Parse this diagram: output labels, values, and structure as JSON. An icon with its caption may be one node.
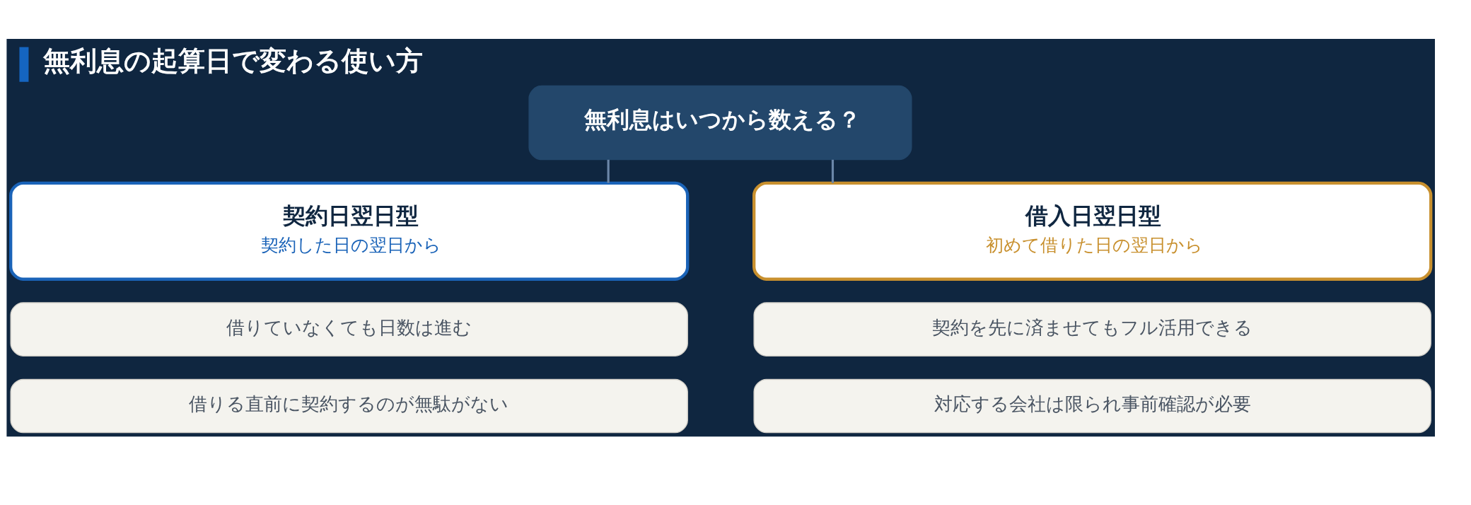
{
  "diagram": {
    "title": "無利息の起算日で変わる使い方",
    "nodes": [
      {
        "text": [
          "無利息はいつから数える？"
        ]
      },
      {
        "text": [
          "契約日翌日型",
          "契約した日の翌日から"
        ]
      },
      {
        "text": [
          "借入日翌日型",
          "初めて借りた日の翌日から"
        ]
      },
      {
        "text": [
          "借りていなくても日数は進む"
        ]
      },
      {
        "text": [
          "契約を先に済ませてもフル活用できる"
        ]
      },
      {
        "text": [
          "借りる直前に契約するのが無駄がない"
        ]
      },
      {
        "text": [
          "対応する会社は限られ事前確認が必要"
        ]
      }
    ],
    "edges": [
      {
        "from": 0,
        "to": 1,
        "arrow": "none"
      },
      {
        "from": 0,
        "to": 2,
        "arrow": "none"
      }
    ]
  }
}
